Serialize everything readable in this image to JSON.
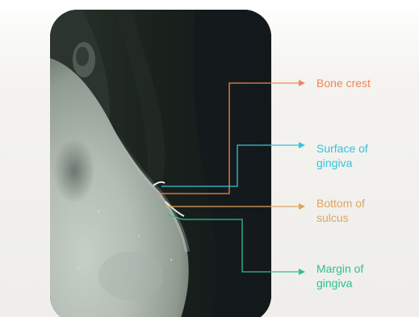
{
  "colors": {
    "bone_crest": "#ef8658",
    "surface_of_gingiva": "#33c4dc",
    "bottom_of_sulcus": "#e0a45e",
    "margin_of_gingiva": "#2fc08e"
  },
  "labels": {
    "bone_crest": [
      "Bone crest"
    ],
    "surface_of_gingiva": [
      "Surface of",
      "gingiva"
    ],
    "bottom_of_sulcus": [
      "Bottom of",
      "sulcus"
    ],
    "margin_of_gingiva": [
      "Margin of",
      "gingiva"
    ]
  }
}
